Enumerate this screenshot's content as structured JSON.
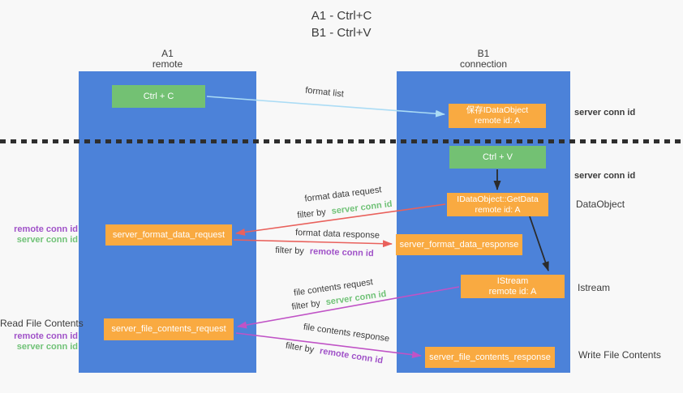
{
  "title": {
    "line1": "A1 - Ctrl+C",
    "line2": "B1 - Ctrl+V"
  },
  "lanes": {
    "a1": {
      "name": "A1",
      "sub": "remote"
    },
    "b1": {
      "name": "B1",
      "sub": "connection"
    }
  },
  "nodes": {
    "ctrl_c": {
      "label": "Ctrl + C"
    },
    "save_idataobject": {
      "line1": "保存IDataObject",
      "line2": "remote id: A"
    },
    "ctrl_v": {
      "label": "Ctrl + V"
    },
    "getdata": {
      "line1": "IDataObject::GetData",
      "line2": "remote id: A"
    },
    "format_request": {
      "label": "server_format_data_request"
    },
    "format_response": {
      "label": "server_format_data_response"
    },
    "istream": {
      "line1": "IStream",
      "line2": "remote id: A"
    },
    "file_request": {
      "label": "server_file_contents_request"
    },
    "file_response": {
      "label": "server_file_contents_response"
    }
  },
  "edge_labels": {
    "format_list": "format list",
    "format_data_request": "format data request",
    "format_data_response": "format data response",
    "file_contents_request": "file contents request",
    "file_contents_response": "file contents response",
    "filter_by": "filter by",
    "server_conn_id": "server conn id",
    "remote_conn_id": "remote conn id"
  },
  "side_labels": {
    "server_conn_id_top": "server conn id",
    "server_conn_id_mid": "server conn id",
    "dataobject": "DataObject",
    "istream": "Istream",
    "write_file_contents": "Write File Contents",
    "read_file_contents": "Read File Contents",
    "remote_conn_id": "remote conn id",
    "server_conn_id": "server conn id"
  },
  "colors": {
    "lane_blue": "#4c82d9",
    "green_box": "#73c173",
    "orange_box": "#f9aa41",
    "green_text": "#70c277",
    "purple_text": "#a052c8",
    "red_arrow": "#e9615c",
    "magenta_arrow": "#c053c6",
    "light_blue_arrow": "#abdcf5",
    "black_arrow": "#2b2b2b"
  }
}
